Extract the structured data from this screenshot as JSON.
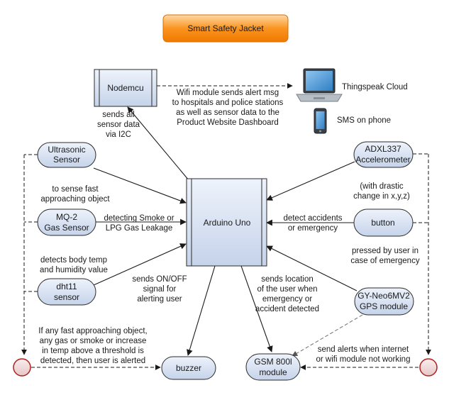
{
  "title": "Smart Safety Jacket",
  "nodes": {
    "nodemcu": "Nodemcu",
    "arduino": "Arduino Uno",
    "ultrasonic": [
      "Ultrasonic",
      "Sensor"
    ],
    "mq2": [
      "MQ-2",
      "Gas Sensor"
    ],
    "dht11": [
      "dht11",
      "sensor"
    ],
    "adxl": [
      "ADXL337",
      "Accelerometer"
    ],
    "button": "button",
    "gps": [
      "GY-Neo6MV2",
      "GPS module"
    ],
    "buzzer": "buzzer",
    "gsm": [
      "GSM 800l",
      "module"
    ],
    "thingspeak": "Thingspeak Cloud",
    "sms": "SMS on phone"
  },
  "labels": {
    "wifi_alert": [
      "Wifi module sends alert msg",
      "to hospitals and police stations",
      "as well as sensor data to the",
      "Product Website Dashboard"
    ],
    "i2c": [
      "sends all",
      "sensor data",
      "via I2C"
    ],
    "ultrasonic_desc": [
      "to sense fast",
      "approaching object"
    ],
    "mq2_desc": [
      "detecting Smoke or",
      "LPG Gas Leakage"
    ],
    "dht_desc": [
      "detects body temp",
      "and humidity value"
    ],
    "adxl_desc": [
      "(with drastic",
      "change in x,y,z)"
    ],
    "button_desc": [
      "detect accidents",
      "or emergency"
    ],
    "button_press": [
      "pressed by user in",
      "case of emergency"
    ],
    "buzzer_desc": [
      "sends ON/OFF",
      "signal for",
      "alerting user"
    ],
    "gsm_desc": [
      "sends location",
      "of the user when",
      "emergency or",
      "accident detected"
    ],
    "alert_condition": [
      "If any fast approaching object,",
      "any gas or smoke or increase",
      "in temp above a threshold is",
      "detected, then user is alerted"
    ],
    "gsm_fallback": [
      "send alerts when internet",
      "or wifi module not working"
    ]
  },
  "colors": {
    "title_fill": "#f98c10",
    "node_fill_top": "#eef3fb",
    "node_fill_bottom": "#c5d3ea",
    "terminal_ring": "#b02020",
    "terminal_fill": "#f3dcdc"
  },
  "icons": {
    "laptop": "laptop-icon",
    "phone": "phone-icon"
  }
}
